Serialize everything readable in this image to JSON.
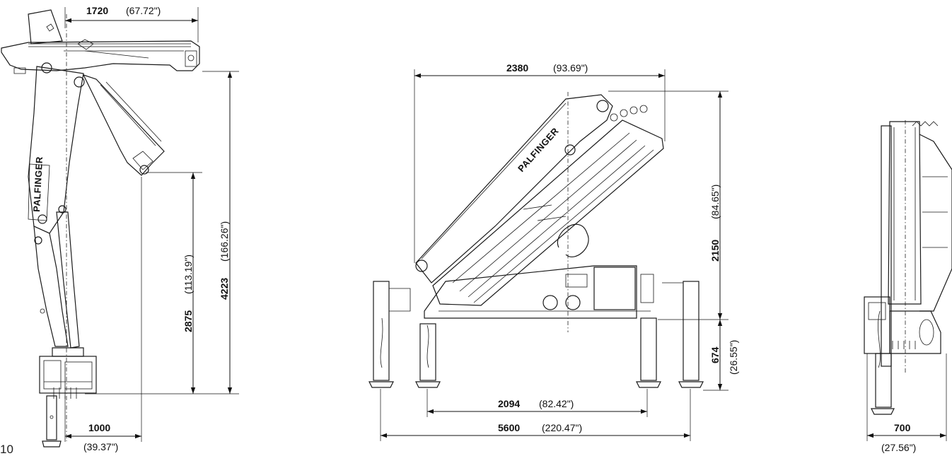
{
  "page_number": "10",
  "brand": "PALFINGER",
  "side_view": {
    "top_reach": {
      "mm": "1720",
      "in": "(67.72\")"
    },
    "base_offset": {
      "mm": "1000",
      "in": "(39.37\")"
    },
    "hook_height": {
      "mm": "2875",
      "in": "(113.19\")"
    },
    "total_height": {
      "mm": "4223",
      "in": "(166.26\")"
    }
  },
  "front_view": {
    "boom_width": {
      "mm": "2380",
      "in": "(93.69\")"
    },
    "boom_height": {
      "mm": "2150",
      "in": "(84.65\")"
    },
    "base_height": {
      "mm": "674",
      "in": "(26.55\")"
    },
    "inner_outrigger": {
      "mm": "2094",
      "in": "(82.42\")"
    },
    "outer_outrigger": {
      "mm": "5600",
      "in": "(220.47\")"
    }
  },
  "rear_view": {
    "width": {
      "mm": "700",
      "in": "(27.56\")"
    }
  }
}
